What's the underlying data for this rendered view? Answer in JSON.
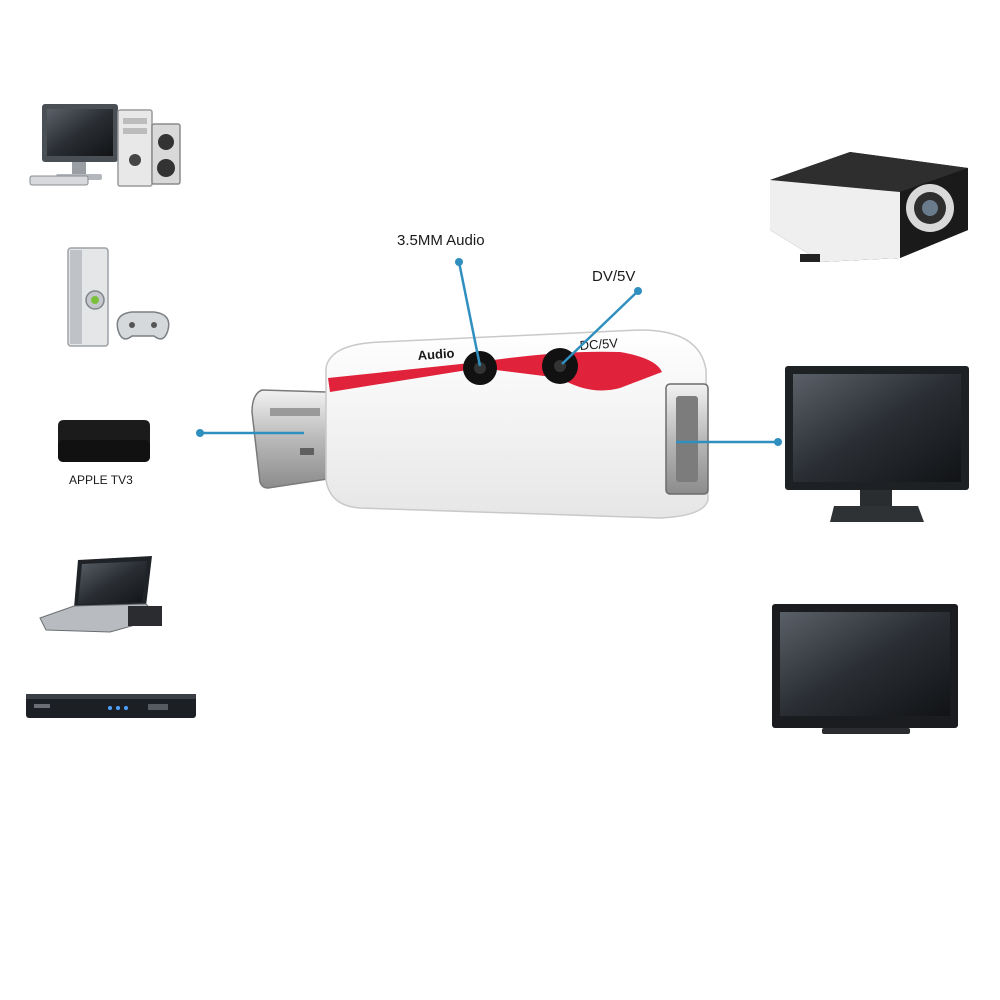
{
  "callouts": {
    "audio": "3.5MM Audio",
    "dc": "DV/5V"
  },
  "adapter": {
    "audio_label": "Audio",
    "dc_label": "DC/5V"
  },
  "sources": {
    "apple_tv_caption": "APPLE TV3"
  },
  "colors": {
    "accent_line": "#2f8fbf",
    "adapter_red": "#e0233a",
    "adapter_body": "#f4f4f4"
  }
}
